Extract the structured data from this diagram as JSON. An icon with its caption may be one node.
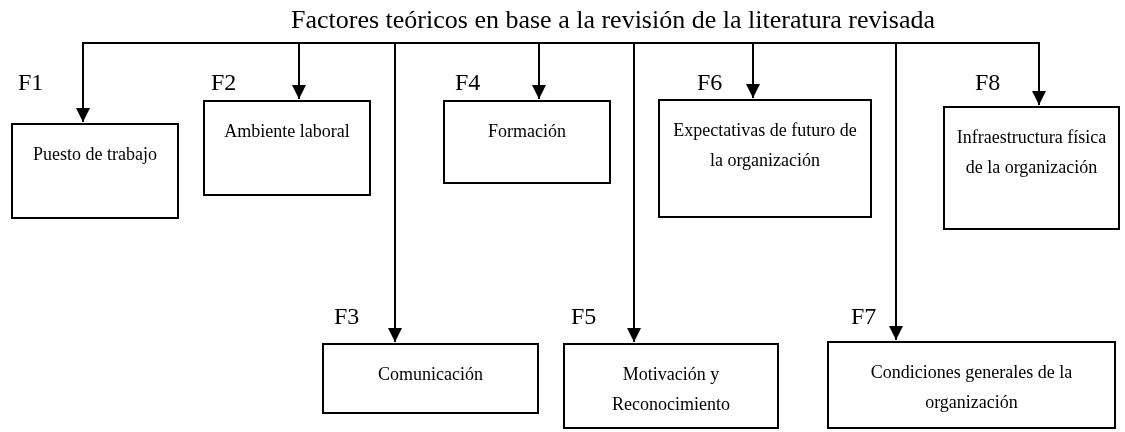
{
  "diagram": {
    "nodes": [
      {
        "text": [
          "Factores teóricos en base a la revisión de la literatura revisada"
        ]
      },
      {
        "text": [
          "Puesto de trabajo"
        ],
        "beside": [
          "F1"
        ]
      },
      {
        "text": [
          "Ambiente laboral"
        ],
        "beside": [
          "F2"
        ]
      },
      {
        "text": [
          "Comunicación"
        ],
        "beside": [
          "F3"
        ]
      },
      {
        "text": [
          "Formación"
        ],
        "beside": [
          "F4"
        ]
      },
      {
        "text": [
          "Motivación y Reconocimiento"
        ],
        "beside": [
          "F5"
        ]
      },
      {
        "text": [
          "Expectativas de futuro de la organización"
        ],
        "beside": [
          "F6"
        ]
      },
      {
        "text": [
          "Condiciones generales de la organización"
        ],
        "beside": [
          "F7"
        ]
      },
      {
        "text": [
          "Infraestructura física de la organización"
        ],
        "beside": [
          "F8"
        ]
      }
    ],
    "edges": [
      {
        "from": 0,
        "to": 1,
        "arrow": "to"
      },
      {
        "from": 0,
        "to": 2,
        "arrow": "to"
      },
      {
        "from": 0,
        "to": 3,
        "arrow": "to"
      },
      {
        "from": 0,
        "to": 4,
        "arrow": "to"
      },
      {
        "from": 0,
        "to": 5,
        "arrow": "to"
      },
      {
        "from": 0,
        "to": 6,
        "arrow": "to"
      },
      {
        "from": 0,
        "to": 7,
        "arrow": "to"
      },
      {
        "from": 0,
        "to": 8,
        "arrow": "to"
      }
    ]
  }
}
